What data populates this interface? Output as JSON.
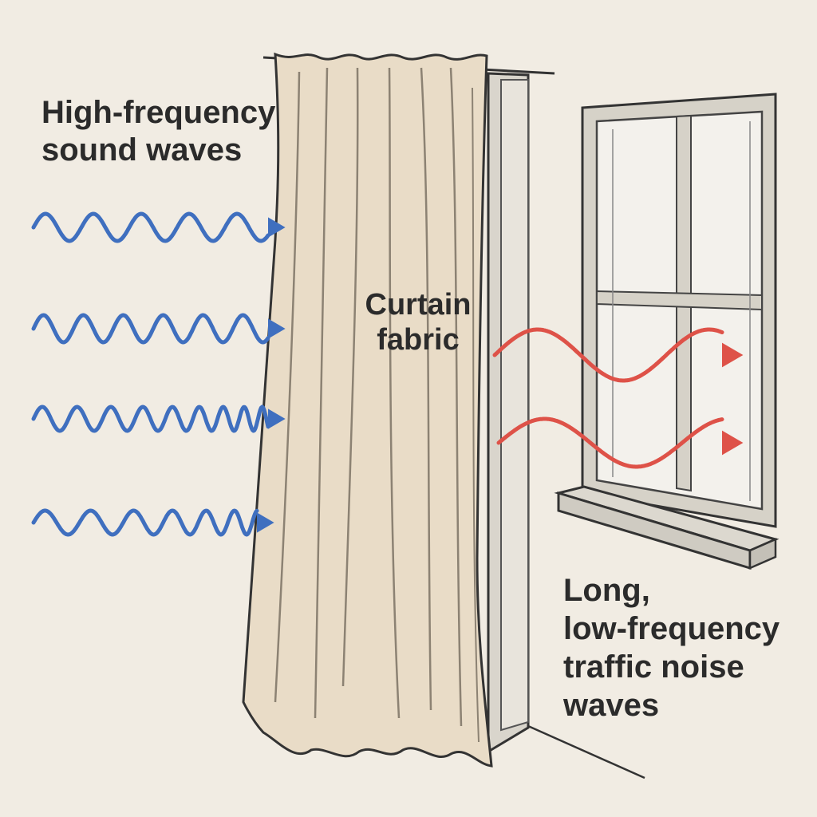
{
  "labels": {
    "high_frequency": [
      "High-frequency",
      "sound waves"
    ],
    "curtain": [
      "Curtain",
      "fabric"
    ],
    "low_frequency": [
      "Long,",
      "low-frequency",
      "traffic noise",
      "waves"
    ]
  },
  "colors": {
    "background": "#f1ece3",
    "curtain": "#e9dcc7",
    "outline": "#333333",
    "high_wave": "#3f6fbf",
    "low_wave": "#de5248",
    "wall": "#d6d2c8",
    "glass": "#f2f0ea"
  },
  "icons": {
    "high_waves": "blue-squiggle-arrow",
    "low_waves": "red-sine-arrow"
  }
}
